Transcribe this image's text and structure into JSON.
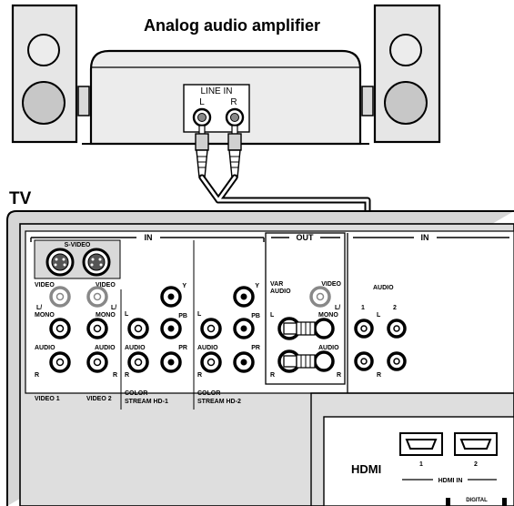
{
  "amplifier": {
    "title": "Analog audio amplifier",
    "line_in": "LINE IN",
    "l": "L",
    "r": "R"
  },
  "tv": {
    "label": "TV",
    "in_left": "IN",
    "out": "OUT",
    "in_right": "IN",
    "svideo": "S-VIDEO",
    "video": "VIDEO",
    "lmono": "L/",
    "mono": "MONO",
    "audio": "AUDIO",
    "r": "R",
    "l": "L",
    "video1": "VIDEO 1",
    "video2": "VIDEO 2",
    "y": "Y",
    "pb": "PB",
    "pr": "PR",
    "color": "COLOR",
    "stream1": "STREAM HD-1",
    "stream2": "STREAM HD-2",
    "var": "VAR",
    "var_audio": "AUDIO",
    "out_video": "VIDEO",
    "out_l": "L/",
    "out_mono": "MONO",
    "out_audio": "AUDIO",
    "out_r": "R",
    "out_lleft": "L",
    "out_rleft": "R",
    "right_audio": "AUDIO",
    "right_1": "1",
    "right_l": "L",
    "right_2": "2",
    "right_r": "R",
    "hdmi_logo": "HDMI",
    "hdmi_1": "1",
    "hdmi_2": "2",
    "hdmi_in": "HDMI IN",
    "digital": "DIGITAL"
  }
}
